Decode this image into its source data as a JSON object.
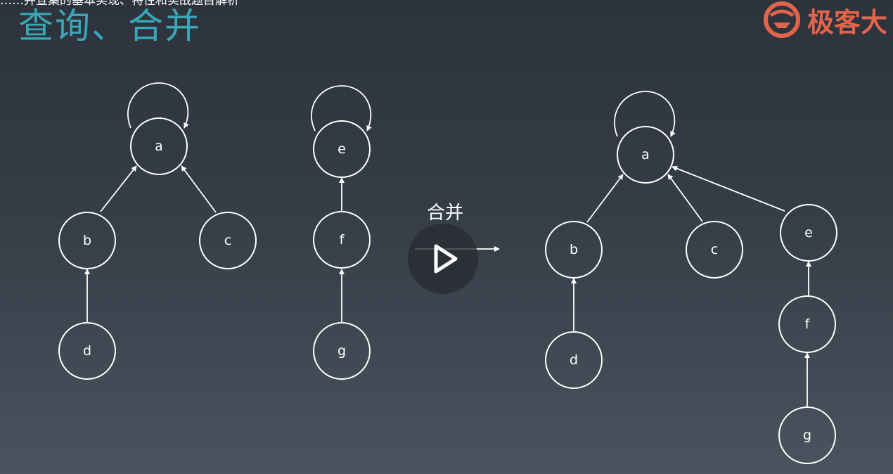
{
  "header": {
    "top_text": "……并查集的基本实现、特性和实战题目解析",
    "title": "查询、合并",
    "brand": "极客大"
  },
  "merge_label": "合并",
  "diagram": {
    "left_tree_1": {
      "nodes": [
        "a",
        "b",
        "c",
        "d"
      ],
      "edges": [
        [
          "b",
          "a"
        ],
        [
          "c",
          "a"
        ],
        [
          "d",
          "b"
        ],
        [
          "a",
          "a"
        ]
      ]
    },
    "left_tree_2": {
      "nodes": [
        "e",
        "f",
        "g"
      ],
      "edges": [
        [
          "f",
          "e"
        ],
        [
          "g",
          "f"
        ],
        [
          "e",
          "e"
        ]
      ]
    },
    "merged_tree": {
      "nodes": [
        "a",
        "b",
        "c",
        "e",
        "d",
        "f",
        "g"
      ],
      "edges": [
        [
          "b",
          "a"
        ],
        [
          "c",
          "a"
        ],
        [
          "e",
          "a"
        ],
        [
          "d",
          "b"
        ],
        [
          "f",
          "e"
        ],
        [
          "g",
          "f"
        ],
        [
          "a",
          "a"
        ]
      ]
    }
  },
  "colors": {
    "title": "#3aa6b7",
    "brand": "#e2644b",
    "stroke": "#ffffff"
  }
}
